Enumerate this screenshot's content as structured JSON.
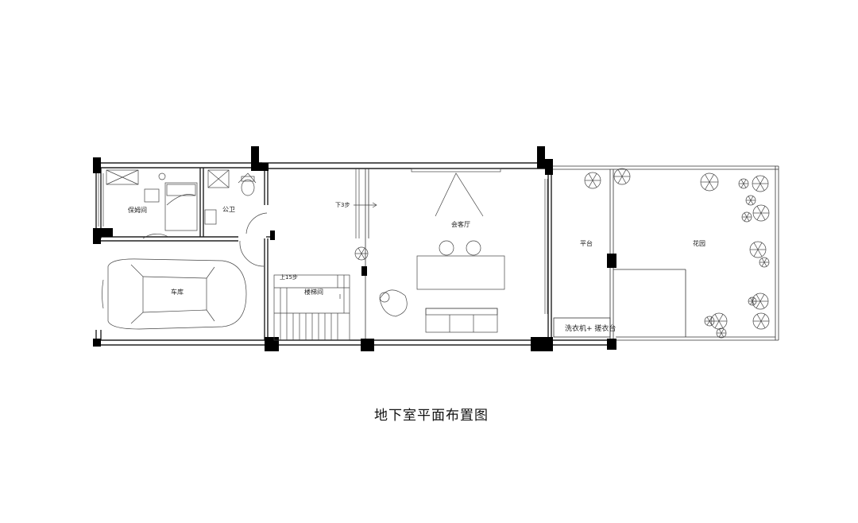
{
  "title": "地下室平面布置图",
  "rooms": {
    "nanny_room": "保姆间",
    "public_bath": "公卫",
    "garage": "车库",
    "stairwell": "楼梯间",
    "reception_hall": "会客厅",
    "terrace": "平台",
    "garden": "花园"
  },
  "notes": {
    "down_steps": "下3步",
    "up_steps": "上15步",
    "laundry": "洗衣机+ 搓衣台"
  },
  "colors": {
    "line": "#222222",
    "column": "#000000",
    "background": "#ffffff"
  }
}
